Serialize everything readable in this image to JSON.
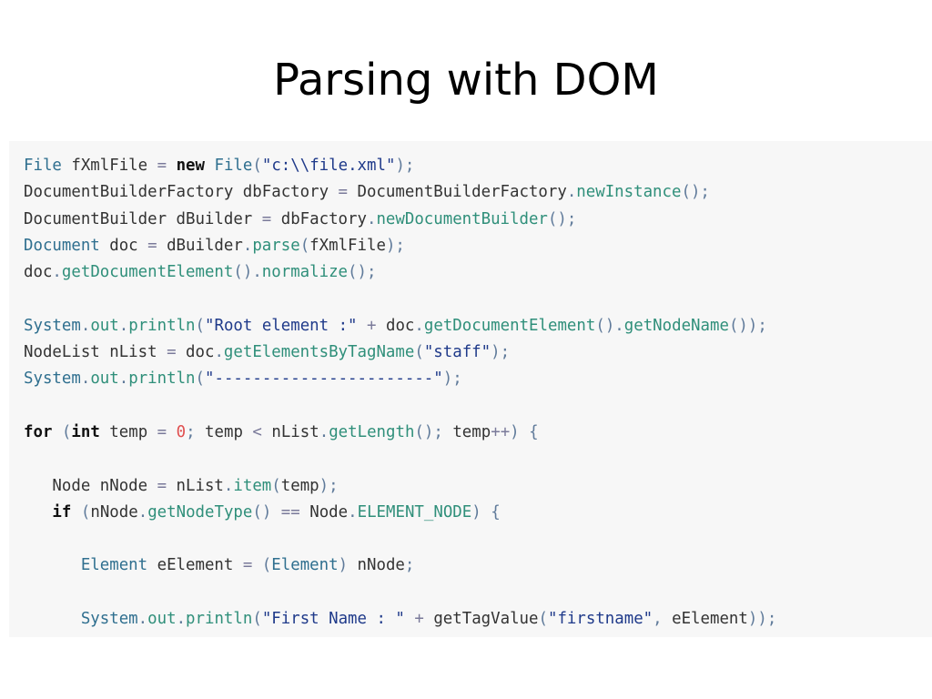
{
  "slide": {
    "title": "Parsing with DOM"
  },
  "code": {
    "lines": [
      [
        [
          "type",
          "File"
        ],
        [
          "plain",
          " fXmlFile "
        ],
        [
          "op",
          "="
        ],
        [
          "plain",
          " "
        ],
        [
          "keyword",
          "new"
        ],
        [
          "plain",
          " "
        ],
        [
          "type",
          "File"
        ],
        [
          "punct",
          "("
        ],
        [
          "string",
          "\"c:\\\\file.xml\""
        ],
        [
          "punct",
          ");"
        ]
      ],
      [
        [
          "plain",
          "DocumentBuilderFactory dbFactory "
        ],
        [
          "op",
          "="
        ],
        [
          "plain",
          " DocumentBuilderFactory"
        ],
        [
          "punct",
          "."
        ],
        [
          "method",
          "newInstance"
        ],
        [
          "punct",
          "();"
        ]
      ],
      [
        [
          "plain",
          "DocumentBuilder dBuilder "
        ],
        [
          "op",
          "="
        ],
        [
          "plain",
          " dbFactory"
        ],
        [
          "punct",
          "."
        ],
        [
          "method",
          "newDocumentBuilder"
        ],
        [
          "punct",
          "();"
        ]
      ],
      [
        [
          "type",
          "Document"
        ],
        [
          "plain",
          " doc "
        ],
        [
          "op",
          "="
        ],
        [
          "plain",
          " dBuilder"
        ],
        [
          "punct",
          "."
        ],
        [
          "method",
          "parse"
        ],
        [
          "punct",
          "("
        ],
        [
          "plain",
          "fXmlFile"
        ],
        [
          "punct",
          ");"
        ]
      ],
      [
        [
          "plain",
          "doc"
        ],
        [
          "punct",
          "."
        ],
        [
          "method",
          "getDocumentElement"
        ],
        [
          "punct",
          "()."
        ],
        [
          "method",
          "normalize"
        ],
        [
          "punct",
          "();"
        ]
      ],
      [],
      [
        [
          "type",
          "System"
        ],
        [
          "punct",
          "."
        ],
        [
          "method",
          "out"
        ],
        [
          "punct",
          "."
        ],
        [
          "method",
          "println"
        ],
        [
          "punct",
          "("
        ],
        [
          "string",
          "\"Root element :\""
        ],
        [
          "plain",
          " "
        ],
        [
          "op",
          "+"
        ],
        [
          "plain",
          " doc"
        ],
        [
          "punct",
          "."
        ],
        [
          "method",
          "getDocumentElement"
        ],
        [
          "punct",
          "()."
        ],
        [
          "method",
          "getNodeName"
        ],
        [
          "punct",
          "());"
        ]
      ],
      [
        [
          "plain",
          "NodeList nList "
        ],
        [
          "op",
          "="
        ],
        [
          "plain",
          " doc"
        ],
        [
          "punct",
          "."
        ],
        [
          "method",
          "getElementsByTagName"
        ],
        [
          "punct",
          "("
        ],
        [
          "string",
          "\"staff\""
        ],
        [
          "punct",
          ");"
        ]
      ],
      [
        [
          "type",
          "System"
        ],
        [
          "punct",
          "."
        ],
        [
          "method",
          "out"
        ],
        [
          "punct",
          "."
        ],
        [
          "method",
          "println"
        ],
        [
          "punct",
          "("
        ],
        [
          "string",
          "\"-----------------------\""
        ],
        [
          "punct",
          ");"
        ]
      ],
      [],
      [
        [
          "keyword",
          "for"
        ],
        [
          "plain",
          " "
        ],
        [
          "punct",
          "("
        ],
        [
          "keyword",
          "int"
        ],
        [
          "plain",
          " temp "
        ],
        [
          "op",
          "="
        ],
        [
          "plain",
          " "
        ],
        [
          "number",
          "0"
        ],
        [
          "punct",
          ";"
        ],
        [
          "plain",
          " temp "
        ],
        [
          "op",
          "<"
        ],
        [
          "plain",
          " nList"
        ],
        [
          "punct",
          "."
        ],
        [
          "method",
          "getLength"
        ],
        [
          "punct",
          "();"
        ],
        [
          "plain",
          " temp"
        ],
        [
          "op",
          "++"
        ],
        [
          "punct",
          ")"
        ],
        [
          "plain",
          " "
        ],
        [
          "punct",
          "{"
        ]
      ],
      [],
      [
        [
          "plain",
          "   Node nNode "
        ],
        [
          "op",
          "="
        ],
        [
          "plain",
          " nList"
        ],
        [
          "punct",
          "."
        ],
        [
          "method",
          "item"
        ],
        [
          "punct",
          "("
        ],
        [
          "plain",
          "temp"
        ],
        [
          "punct",
          ");"
        ]
      ],
      [
        [
          "plain",
          "   "
        ],
        [
          "keyword",
          "if"
        ],
        [
          "plain",
          " "
        ],
        [
          "punct",
          "("
        ],
        [
          "plain",
          "nNode"
        ],
        [
          "punct",
          "."
        ],
        [
          "method",
          "getNodeType"
        ],
        [
          "punct",
          "()"
        ],
        [
          "plain",
          " "
        ],
        [
          "op",
          "=="
        ],
        [
          "plain",
          " Node"
        ],
        [
          "punct",
          "."
        ],
        [
          "method",
          "ELEMENT_NODE"
        ],
        [
          "punct",
          ")"
        ],
        [
          "plain",
          " "
        ],
        [
          "punct",
          "{"
        ]
      ],
      [],
      [
        [
          "plain",
          "      "
        ],
        [
          "type",
          "Element"
        ],
        [
          "plain",
          " eElement "
        ],
        [
          "op",
          "="
        ],
        [
          "plain",
          " "
        ],
        [
          "punct",
          "("
        ],
        [
          "type",
          "Element"
        ],
        [
          "punct",
          ")"
        ],
        [
          "plain",
          " nNode"
        ],
        [
          "punct",
          ";"
        ]
      ],
      [],
      [
        [
          "plain",
          "      "
        ],
        [
          "type",
          "System"
        ],
        [
          "punct",
          "."
        ],
        [
          "method",
          "out"
        ],
        [
          "punct",
          "."
        ],
        [
          "method",
          "println"
        ],
        [
          "punct",
          "("
        ],
        [
          "string",
          "\"First Name : \""
        ],
        [
          "plain",
          " "
        ],
        [
          "op",
          "+"
        ],
        [
          "plain",
          " getTagValue"
        ],
        [
          "punct",
          "("
        ],
        [
          "string",
          "\"firstname\""
        ],
        [
          "punct",
          ","
        ],
        [
          "plain",
          " eElement"
        ],
        [
          "punct",
          "));"
        ]
      ]
    ]
  }
}
